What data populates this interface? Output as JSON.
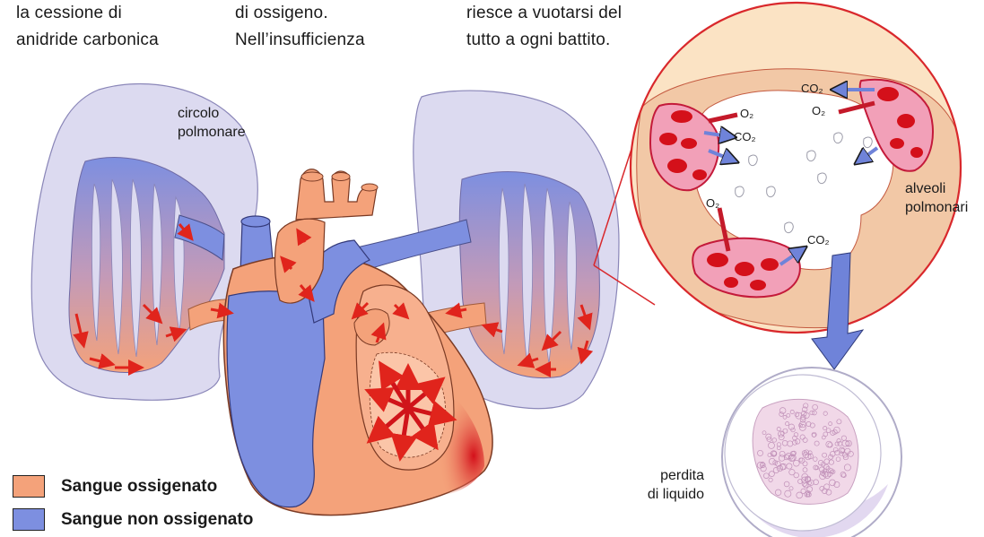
{
  "intro_text": {
    "col1": [
      "la cessione di",
      "anidride carbonica"
    ],
    "col2": [
      "di ossigeno.",
      "Nell’insufficienza"
    ],
    "col3": [
      "riesce a vuotarsi del",
      "tutto a ogni battito."
    ]
  },
  "labels": {
    "pulmonary_circuit": [
      "circolo",
      "polmonare"
    ],
    "alveoli": [
      "alveoli",
      "polmonari"
    ],
    "fluid_loss": [
      "perdita",
      "di liquido"
    ]
  },
  "gas_labels": {
    "o2": "O₂",
    "co2": "CO₂"
  },
  "legend": [
    {
      "label": "Sangue ossigenato",
      "color": "#f4a27a"
    },
    {
      "label": "Sangue non ossigenato",
      "color": "#7d8fe0"
    }
  ],
  "colors": {
    "lung": "#dedcf0",
    "oxygenated": "#f4a27a",
    "deoxygenated": "#7d8fe0",
    "arrow": "#e0241c",
    "zoom_circle": "#d9282c",
    "alveolus_bg": "#fbe3c4"
  }
}
